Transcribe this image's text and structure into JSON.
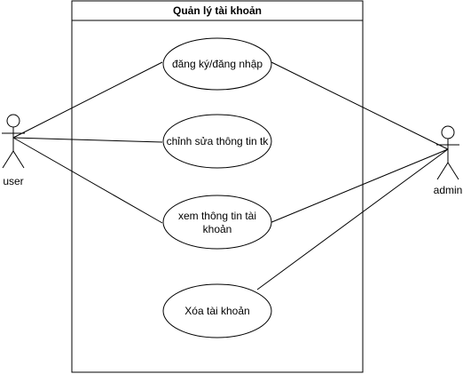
{
  "system": {
    "title": "Quản lý tài khoản"
  },
  "actors": {
    "user": {
      "label": "user"
    },
    "admin": {
      "label": "admin"
    }
  },
  "use_cases": {
    "register_login": {
      "label": "đăng ký/đăng nhập"
    },
    "edit_info": {
      "label": "chỉnh sửa thông tin tk"
    },
    "view_info": {
      "line1": "xem thông tin tài",
      "line2": "khoản"
    },
    "delete_account": {
      "label": "Xóa tài khoản"
    }
  },
  "colors": {
    "stroke": "#000000",
    "fill": "#ffffff"
  }
}
